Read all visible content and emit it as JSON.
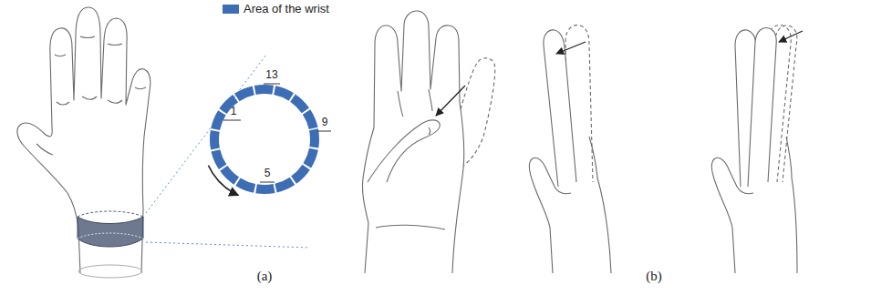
{
  "diagram": {
    "labels": [
      "13",
      "1",
      "9",
      "5",
      "(a)",
      "(b)"
    ],
    "legend": [
      {
        "text": "Area of the wrist",
        "color": "#3d6db5"
      }
    ]
  }
}
